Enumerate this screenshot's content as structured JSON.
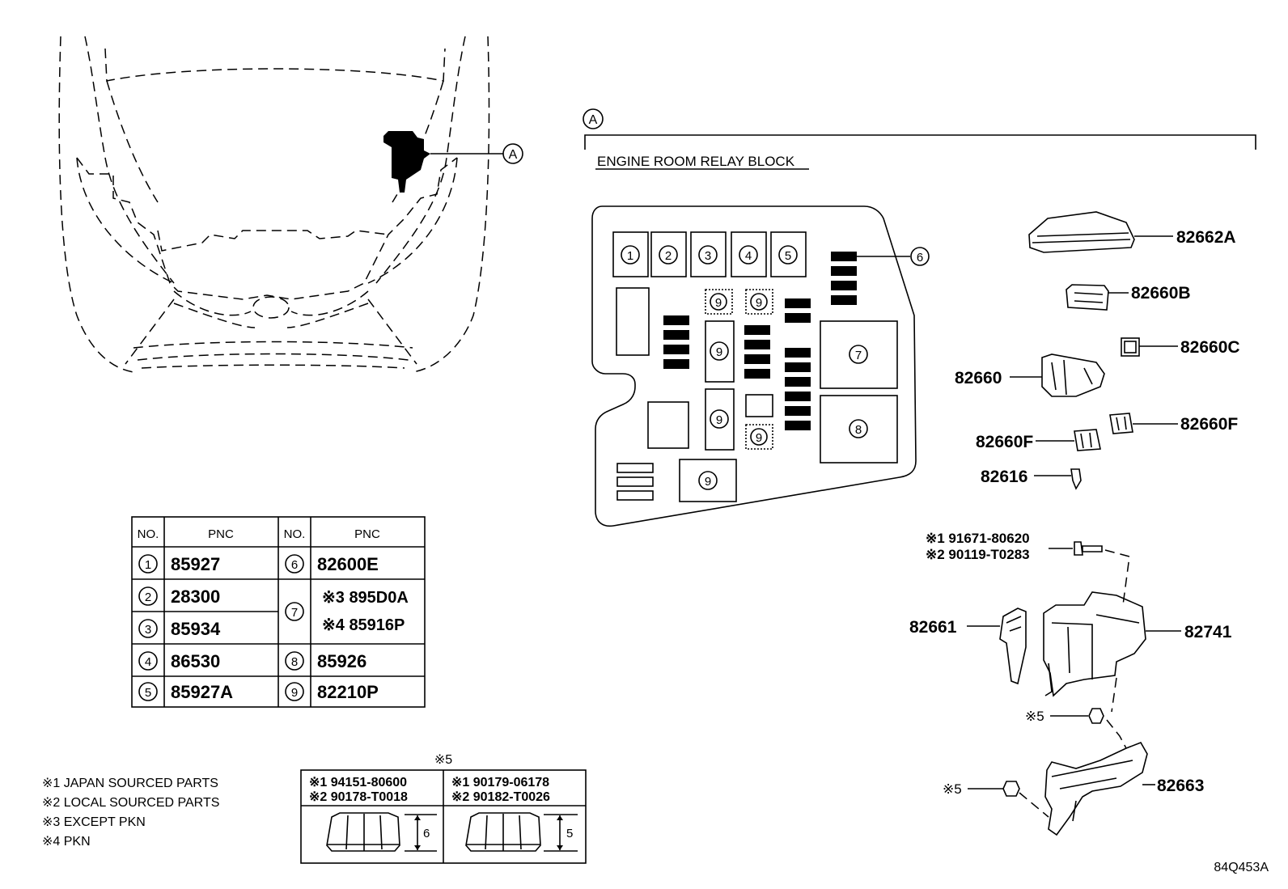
{
  "diagram": {
    "callout_letter": "A",
    "section_letter": "A",
    "section_title": "ENGINE ROOM RELAY BLOCK",
    "block_numbers": {
      "n1": "1",
      "n2": "2",
      "n3": "3",
      "n4": "4",
      "n5": "5",
      "n6": "6",
      "n7": "7",
      "n8": "8",
      "n9": "9"
    },
    "part_labels": {
      "p82662A": "82662A",
      "p82660B": "82660B",
      "p82660C": "82660C",
      "p82660": "82660",
      "p82660F_right": "82660F",
      "p82660F_left": "82660F",
      "p82616": "82616",
      "bolt_1": "※1 91671-80620",
      "bolt_2": "※2 90119-T0283",
      "p82661": "82661",
      "p82741": "82741",
      "nut_ref_1": "※5",
      "p82663": "82663",
      "nut_ref_2": "※5"
    },
    "pnc_table": {
      "header_no": "NO.",
      "header_pnc": "PNC",
      "left_rows": [
        {
          "no": "1",
          "pnc": "85927"
        },
        {
          "no": "2",
          "pnc": "28300"
        },
        {
          "no": "3",
          "pnc": "85934"
        },
        {
          "no": "4",
          "pnc": "86530"
        },
        {
          "no": "5",
          "pnc": "85927A"
        }
      ],
      "right_rows": [
        {
          "no": "6",
          "pnc": "82600E"
        },
        {
          "no": "7",
          "pnc_a": "※3 895D0A",
          "pnc_b": "※4 85916P"
        },
        {
          "no": "8",
          "pnc": "85926"
        },
        {
          "no": "9",
          "pnc": "82210P"
        }
      ]
    },
    "footnotes": [
      "※1 JAPAN SOURCED PARTS",
      "※2 LOCAL SOURCED PARTS",
      "※3 EXCEPT PKN",
      "※4 PKN"
    ],
    "nut_table": {
      "title": "※5",
      "left_code_1": "※1 94151-80600",
      "left_code_2": "※2 90178-T0018",
      "left_dim": "6",
      "right_code_1": "※1 90179-06178",
      "right_code_2": "※2 90182-T0026",
      "right_dim": "5"
    },
    "illustration_code": "84Q453A"
  }
}
